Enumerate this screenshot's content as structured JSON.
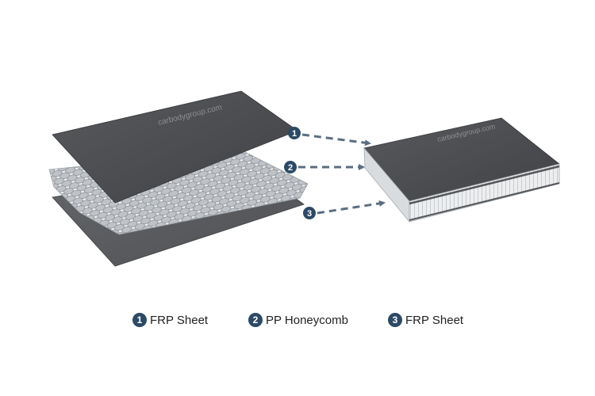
{
  "watermark": "carbodygroup.com",
  "colors": {
    "badge": "#2c4a66",
    "arrow": "#5a6e80",
    "frp_top": "#4b4d50",
    "frp_bottom": "#5b5d60",
    "honeycomb": "#e9eaeb"
  },
  "callouts": [
    {
      "number": "1",
      "component": "FRP Sheet"
    },
    {
      "number": "2",
      "component": "PP Honeycomb"
    },
    {
      "number": "3",
      "component": "FRP Sheet"
    }
  ],
  "legend": [
    {
      "number": "1",
      "label": "FRP Sheet"
    },
    {
      "number": "2",
      "label": "PP Honeycomb"
    },
    {
      "number": "3",
      "label": "FRP Sheet"
    }
  ]
}
